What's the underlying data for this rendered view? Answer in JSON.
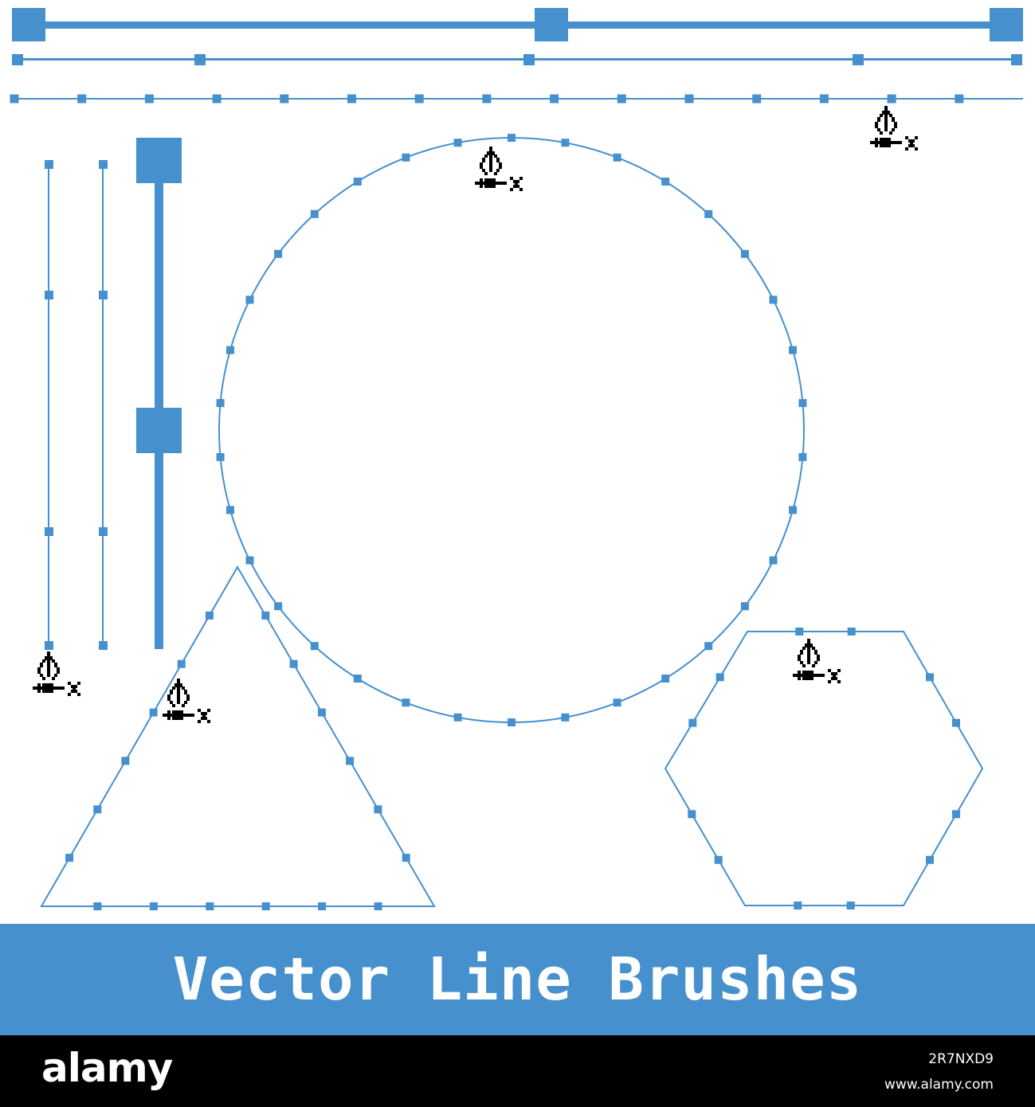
{
  "banner": {
    "title": "Vector Line Brushes"
  },
  "footer": {
    "logo": "alamy",
    "image_id": "2R7NXD9",
    "url": "www.alamy.com"
  },
  "colors": {
    "accent": "#4590cd",
    "footer_bg": "#000000",
    "cursor": "#000000",
    "background": "#ffffff"
  },
  "icons": {
    "cursor": "pen-tool-delete-anchor-icon",
    "anchor": "anchor-point-icon"
  }
}
